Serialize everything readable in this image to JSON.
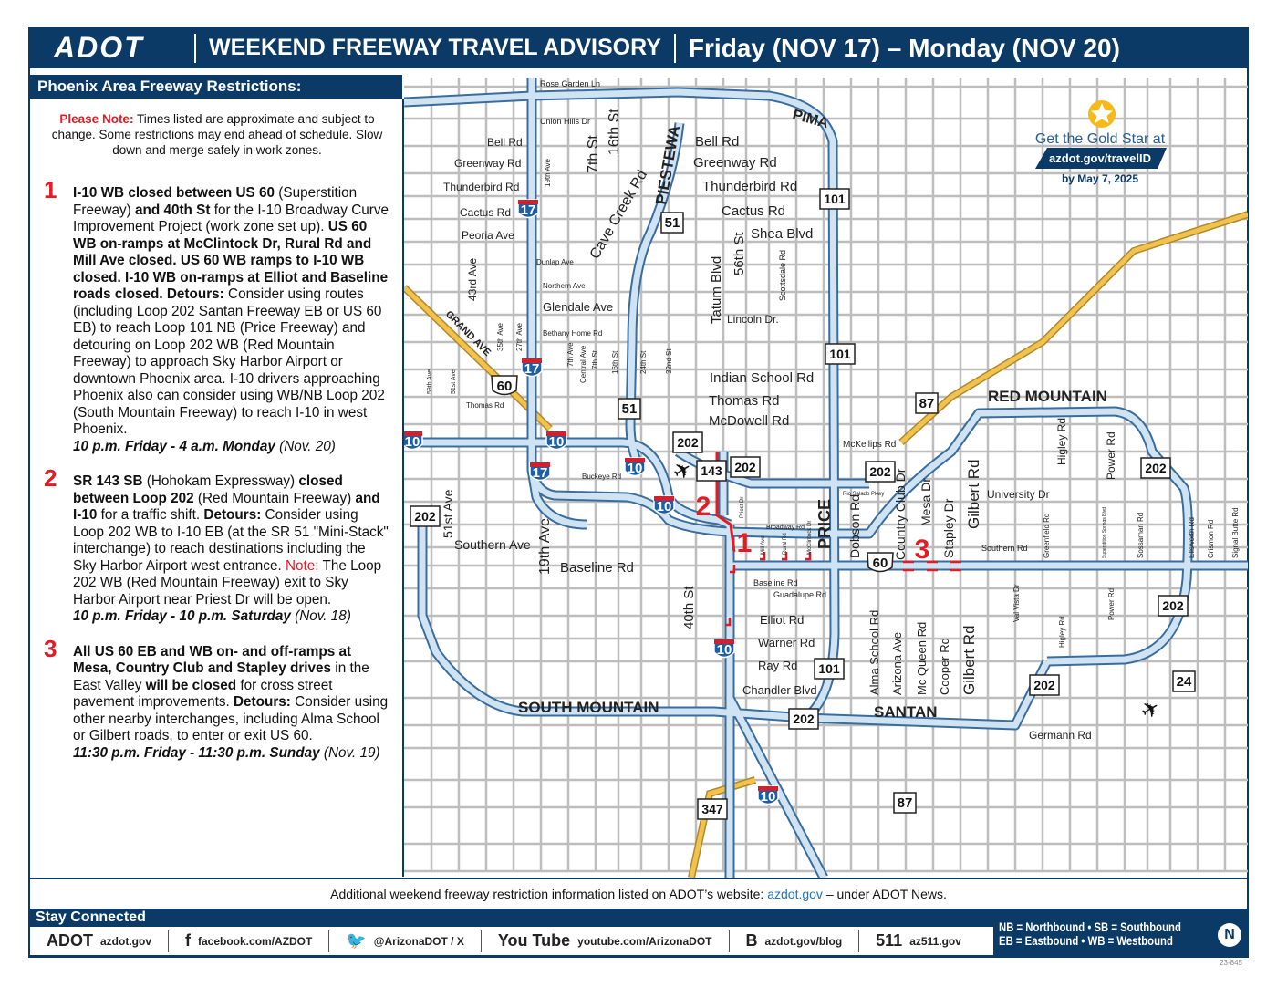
{
  "header": {
    "logo": "ADOT",
    "title": "WEEKEND FREEWAY TRAVEL ADVISORY",
    "dates": "Friday (NOV 17) – Monday (NOV 20)"
  },
  "panel": {
    "title": "Phoenix Area Freeway Restrictions:",
    "note_label": "Please Note:",
    "note_text": " Times listed are approximate and subject to change. Some restrictions may end ahead of schedule. Slow down and merge safely in work zones.",
    "items": [
      {
        "number": "1",
        "segments": [
          {
            "s": "b",
            "t": "I-10 WB closed between US 60"
          },
          {
            "s": "n",
            "t": " (Superstition Freeway) "
          },
          {
            "s": "b",
            "t": "and 40th St"
          },
          {
            "s": "n",
            "t": " for the I-10 Broadway Curve Improvement Project (work zone set up). "
          },
          {
            "s": "b",
            "t": "US 60 WB on-ramps at McClintock Dr, Rural Rd and Mill Ave closed. US 60 WB ramps to I-10 WB closed. I-10 WB on-ramps at Elliot and Baseline roads closed. Detours:"
          },
          {
            "s": "n",
            "t": " Consider using routes (including Loop 202 Santan Freeway EB or US 60 EB) to reach Loop 101 NB (Price Freeway) and detouring on Loop 202 WB (Red Mountain Freeway) to approach Sky Harbor Airport or downtown Phoenix area. I-10 drivers approaching Phoenix also can consider using WB/NB Loop 202 (South Mountain Freeway) to reach I-10 in west Phoenix."
          }
        ],
        "time": "10 p.m. Friday - 4 a.m. Monday",
        "time_note": " (Nov. 20)"
      },
      {
        "number": "2",
        "segments": [
          {
            "s": "b",
            "t": "SR 143 SB"
          },
          {
            "s": "n",
            "t": " (Hohokam Expressway) "
          },
          {
            "s": "b",
            "t": "closed between Loop 202"
          },
          {
            "s": "n",
            "t": " (Red Mountain Freeway) "
          },
          {
            "s": "b",
            "t": "and I-10"
          },
          {
            "s": "n",
            "t": " for a traffic shift. "
          },
          {
            "s": "b",
            "t": "Detours:"
          },
          {
            "s": "n",
            "t": " Consider using Loop 202 WB to I-10 EB (at the SR 51 \"Mini-Stack\" interchange) to reach destinations including the Sky Harbor Airport west entrance. "
          },
          {
            "s": "r",
            "t": "Note:"
          },
          {
            "s": "n",
            "t": " The Loop 202 WB (Red Mountain Freeway) exit to Sky Harbor Airport near Priest Dr will be open."
          }
        ],
        "time": "10 p.m. Friday - 10 p.m. Saturday",
        "time_note": " (Nov. 18)"
      },
      {
        "number": "3",
        "segments": [
          {
            "s": "b",
            "t": "All US 60 EB and WB on- and off-ramps at Mesa, Country Club and Stapley drives"
          },
          {
            "s": "n",
            "t": " in the East Valley "
          },
          {
            "s": "b",
            "t": "will be closed"
          },
          {
            "s": "n",
            "t": " for cross street pavement improvements. "
          },
          {
            "s": "b",
            "t": "Detours:"
          },
          {
            "s": "n",
            "t": " Consider using other nearby interchanges, including Alma School or Gilbert roads, to enter or exit US 60."
          }
        ],
        "time": "11:30 p.m. Friday - 11:30 p.m. Sunday",
        "time_note": " (Nov. 19)"
      }
    ]
  },
  "map": {
    "promo": {
      "line1": "Get the Gold Star at",
      "url": "azdot.gov/travelID",
      "deadline": "by May 7, 2025"
    },
    "labels": [
      "Rose Garden Ln",
      "Union Hills Dr",
      "Bell Rd",
      "Greenway Rd",
      "Thunderbird Rd",
      "Cactus Rd",
      "Peoria Ave",
      "Dunlap Ave",
      "Northern Ave",
      "Glendale Ave",
      "Bethany Home Rd",
      "Thomas Rd",
      "Buckeye Rd",
      "Southern Ave",
      "Baseline Rd",
      "7th St",
      "16th St",
      "19th Ave",
      "43rd Ave",
      "35th Ave",
      "27th Ave",
      "7th Ave",
      "Central Ave",
      "7th St",
      "16th St",
      "24th St",
      "32nd St",
      "59th Ave",
      "51st Ave",
      "51st Ave",
      "19th Ave",
      "40th St",
      "Cave Creek Rd",
      "PIESTEWA",
      "GRAND AVE",
      "PIMA",
      "Bell Rd",
      "Greenway Rd",
      "Thunderbird Rd",
      "Cactus Rd",
      "Shea  Blvd",
      "Tatum Blvd",
      "56th St",
      "Scottsdale Rd",
      "Lincoln Dr.",
      "Indian School Rd",
      "Thomas Rd",
      "McDowell Rd",
      "McKellips Rd",
      "Rio Salado Pkwy",
      "Priest Dr",
      "Broadway Rd",
      "Mill Ave",
      "Rural Rd",
      "McClintock Dr",
      "PRICE",
      "Dobson Rd",
      "Country Club Dr",
      "Mesa Dr",
      "Stapley Dr",
      "Gilbert Rd",
      "Baseline Rd",
      "Guadalupe Rd",
      "Elliot Rd",
      "Warner Rd",
      "Ray Rd",
      "Chandler Blvd",
      "Alma School Rd",
      "Arizona Ave",
      "Mc Queen Rd",
      "Cooper Rd",
      "Gilbert Rd",
      "SOUTH MOUNTAIN",
      "SANTAN",
      "RED MOUNTAIN",
      "Germann Rd",
      "Higley Rd",
      "Power Rd",
      "University Dr",
      "Southern Rd",
      "Greenfield Rd",
      "Superstition Springs Blvd",
      "Sossaman Rd",
      "Ellsworth Rd",
      "Crismon Rd",
      "Signal Butte Rd",
      "Val Vista Dr",
      "Higley Rd",
      "Power Rd"
    ],
    "shields": [
      {
        "route": "10",
        "type": "interstate"
      },
      {
        "route": "10",
        "type": "interstate"
      },
      {
        "route": "10",
        "type": "interstate"
      },
      {
        "route": "10",
        "type": "interstate"
      },
      {
        "route": "10",
        "type": "interstate"
      },
      {
        "route": "10",
        "type": "interstate"
      },
      {
        "route": "17",
        "type": "interstate"
      },
      {
        "route": "17",
        "type": "interstate"
      },
      {
        "route": "17",
        "type": "interstate"
      },
      {
        "route": "60",
        "type": "us"
      },
      {
        "route": "60",
        "type": "us"
      },
      {
        "route": "51",
        "type": "state"
      },
      {
        "route": "51",
        "type": "state"
      },
      {
        "route": "101",
        "type": "state"
      },
      {
        "route": "101",
        "type": "state"
      },
      {
        "route": "101",
        "type": "state"
      },
      {
        "route": "202",
        "type": "state"
      },
      {
        "route": "202",
        "type": "state"
      },
      {
        "route": "202",
        "type": "state"
      },
      {
        "route": "202",
        "type": "state"
      },
      {
        "route": "202",
        "type": "state"
      },
      {
        "route": "202",
        "type": "state"
      },
      {
        "route": "202",
        "type": "state"
      },
      {
        "route": "202",
        "type": "state"
      },
      {
        "route": "143",
        "type": "state"
      },
      {
        "route": "87",
        "type": "state"
      },
      {
        "route": "87",
        "type": "state"
      },
      {
        "route": "347",
        "type": "state"
      },
      {
        "route": "24",
        "type": "state"
      }
    ],
    "markers": [
      "1",
      "2",
      "3"
    ],
    "icons": [
      "airport-icon",
      "airport-icon",
      "gold-star-icon"
    ],
    "colors": {
      "freeway_fill": "#cfe3f3",
      "freeway_outline": "#3a6d9f",
      "street": "#bdbdbd",
      "highway": "#f2c14e",
      "closure": "#e31b23",
      "brand": "#0b3a66"
    }
  },
  "footer": {
    "note_prefix": "Additional weekend freeway restriction information listed on ADOT’s website: ",
    "note_link": "azdot.gov",
    "note_suffix": " – under ADOT News.",
    "stay_title": "Stay Connected",
    "social": [
      {
        "icon": "ADOT",
        "label": "azdot.gov"
      },
      {
        "icon": "f",
        "label": "facebook.com/AZDOT"
      },
      {
        "icon": "🐦",
        "label": "@ArizonaDOT / X"
      },
      {
        "icon": "You Tube",
        "label": "youtube.com/ArizonaDOT"
      },
      {
        "icon": "B",
        "label": "azdot.gov/blog"
      },
      {
        "icon": "511",
        "label": "az511.gov"
      }
    ],
    "legend1": "NB = Northbound  •  SB = Southbound",
    "legend2": "EB = Eastbound   •  WB = Westbound",
    "north": "N",
    "code": "23-845"
  }
}
